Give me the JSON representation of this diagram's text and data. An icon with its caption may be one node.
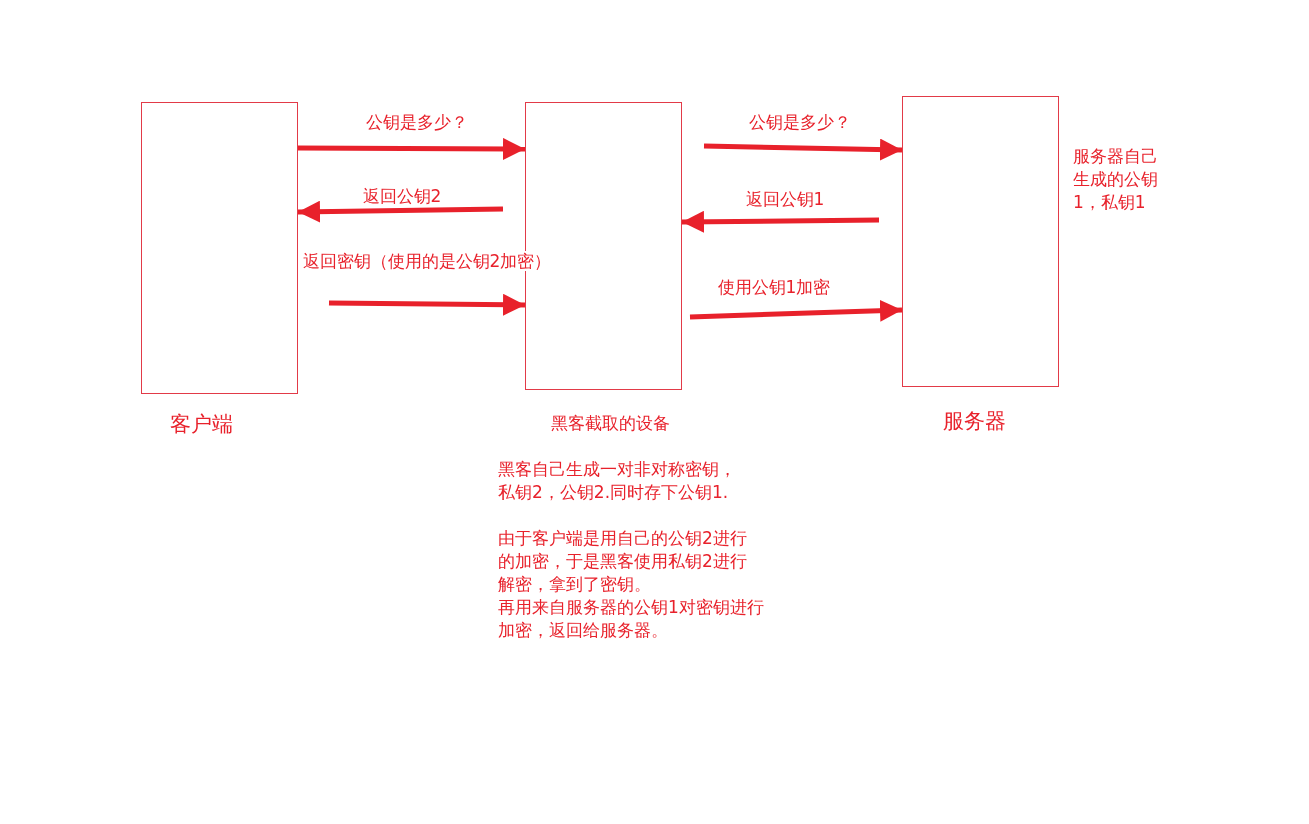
{
  "diagram": {
    "nodes": [
      {
        "text": [
          "客户端"
        ]
      },
      {
        "text": [
          "黑客截取的设备"
        ]
      },
      {
        "text": [
          "服务器"
        ],
        "beside": [
          "服务器自己生成的公钥1，私钥1"
        ]
      }
    ],
    "edges": [
      {
        "from": 0,
        "to": 1,
        "arrow": "to",
        "label": "公钥是多少？"
      },
      {
        "from": 1,
        "to": 2,
        "arrow": "to",
        "label": "公钥是多少？"
      },
      {
        "from": 2,
        "to": 1,
        "arrow": "to",
        "label": "返回公钥1"
      },
      {
        "from": 1,
        "to": 0,
        "arrow": "to",
        "label": "返回公钥2"
      },
      {
        "from": 0,
        "to": 1,
        "arrow": "to",
        "label": "返回密钥（使用的是公钥2加密）"
      },
      {
        "from": 1,
        "to": 2,
        "arrow": "to",
        "label": "使用公钥1加密"
      }
    ],
    "labels": [
      "黑客自己生成一对非对称密钥，私钥2，公钥2.同时存下公钥1.",
      "由于客户端是用自己的公钥2进行的加密，于是黑客使用私钥2进行解密，拿到了密钥。",
      "再用来自服务器的公钥1对密钥进行加密，返回给服务器。"
    ]
  }
}
